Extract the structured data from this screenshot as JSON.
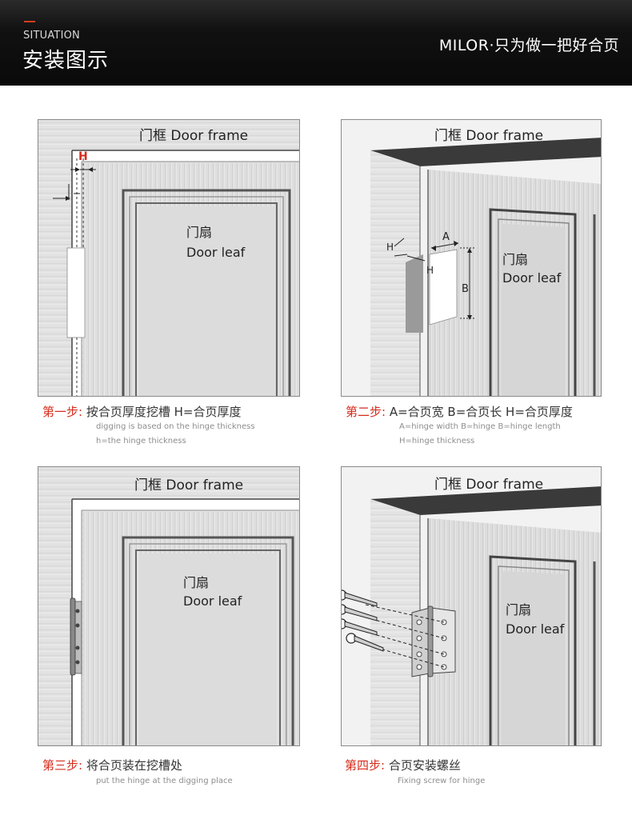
{
  "header": {
    "section_en": "SITUATION",
    "section_cn": "安装图示",
    "brand": "MILOR·只为做一把好合页"
  },
  "labels": {
    "door_frame": "门框  Door frame",
    "door_leaf_cn": "门扇",
    "door_leaf_en": "Door leaf",
    "h": "H",
    "a": "A",
    "b": "B"
  },
  "steps": [
    {
      "step": "第一步:",
      "title": " 按合页厚度挖槽 H=合页厚度",
      "sub1": "digging is based on the hinge thickness",
      "sub2": "h=the hinge thickness"
    },
    {
      "step": "第二步:",
      "title": " A=合页宽  B=合页长 H=合页厚度",
      "sub1": "A=hinge width B=hinge B=hinge length",
      "sub2": "H=hinge thickness"
    },
    {
      "step": "第三步:",
      "title": " 将合页装在挖槽处",
      "sub1": "put the hinge at the digging place"
    },
    {
      "step": "第四步:",
      "title": " 合页安装螺丝",
      "sub1": "Fixing screw for hinge"
    }
  ],
  "colors": {
    "accent_red": "#d52c1c",
    "header_bg": "#0d0d0d",
    "wood_light": "#e4e4e4",
    "wood_dark": "#d0d0d0"
  }
}
